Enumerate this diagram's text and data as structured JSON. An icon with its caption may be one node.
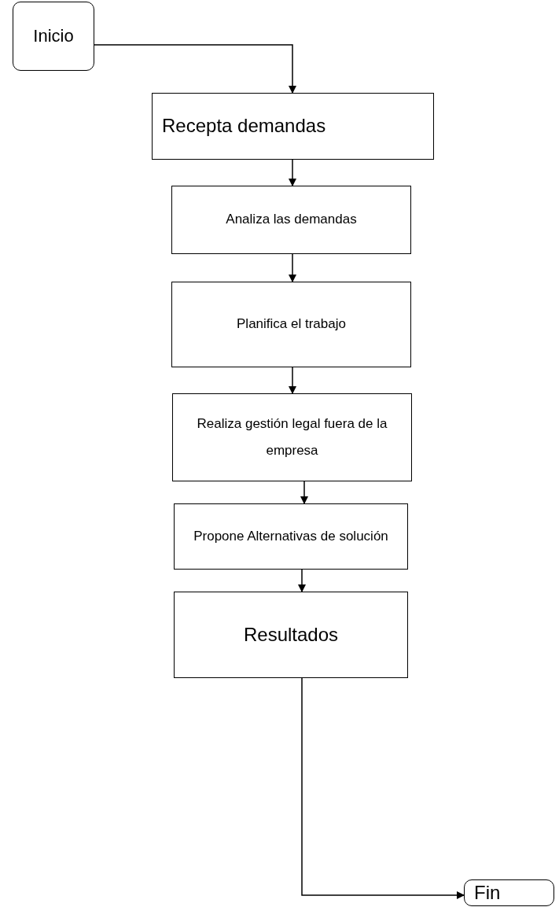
{
  "diagram": {
    "nodes": [
      {
        "text": [
          "Inicio"
        ]
      },
      {
        "text": [
          "Recepta demandas"
        ]
      },
      {
        "text": [
          "Analiza las demandas"
        ]
      },
      {
        "text": [
          "Planifica el trabajo"
        ]
      },
      {
        "text": [
          "Realiza gestión legal fuera de la empresa"
        ]
      },
      {
        "text": [
          "Propone Alternativas de solución"
        ]
      },
      {
        "text": [
          "Resultados"
        ]
      },
      {
        "text": [
          "Fin"
        ]
      }
    ],
    "edges": [
      {
        "from": 0,
        "to": 1,
        "arrow": "to"
      },
      {
        "from": 1,
        "to": 2,
        "arrow": "to"
      },
      {
        "from": 2,
        "to": 3,
        "arrow": "to"
      },
      {
        "from": 3,
        "to": 4,
        "arrow": "to"
      },
      {
        "from": 4,
        "to": 5,
        "arrow": "to"
      },
      {
        "from": 5,
        "to": 6,
        "arrow": "to"
      },
      {
        "from": 6,
        "to": 7,
        "arrow": "to"
      }
    ]
  }
}
